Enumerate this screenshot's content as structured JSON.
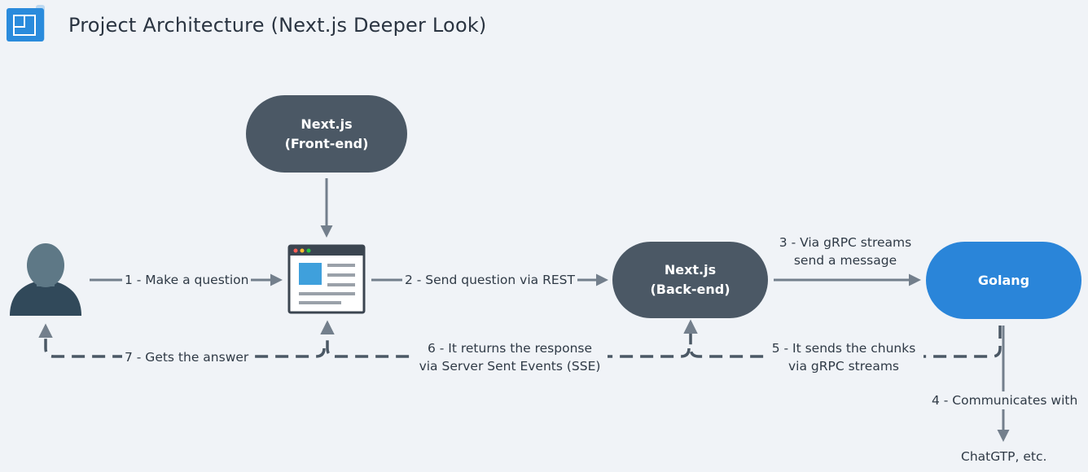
{
  "header": {
    "title": "Project Architecture (Next.js Deeper Look)",
    "icon": "diagram-icon"
  },
  "nodes": {
    "frontend": {
      "line1": "Next.js",
      "line2": "(Front-end)",
      "color": "#4b5865"
    },
    "backend": {
      "line1": "Next.js",
      "line2": "(Back-end)",
      "color": "#4b5865"
    },
    "golang": {
      "label": "Golang",
      "color": "#2a85d9"
    },
    "user": {
      "icon": "user-icon"
    },
    "browser": {
      "icon": "browser-window-icon"
    },
    "external": {
      "label": "ChatGTP, etc."
    }
  },
  "edges": {
    "e1": "1 - Make a question",
    "e2": "2 - Send question via REST",
    "e3_line1": "3 - Via gRPC streams",
    "e3_line2": "send a message",
    "e4": "4 - Communicates with",
    "e5_line1": "5 - It sends the chunks",
    "e5_line2": "via gRPC streams",
    "e6_line1": "6 - It returns the response",
    "e6_line2": "via Server Sent Events (SSE)",
    "e7": "7 - Gets the answer"
  },
  "colors": {
    "background": "#f0f3f7",
    "arrow": "#737f8c",
    "dark_node": "#4b5865",
    "golang": "#2a85d9"
  }
}
